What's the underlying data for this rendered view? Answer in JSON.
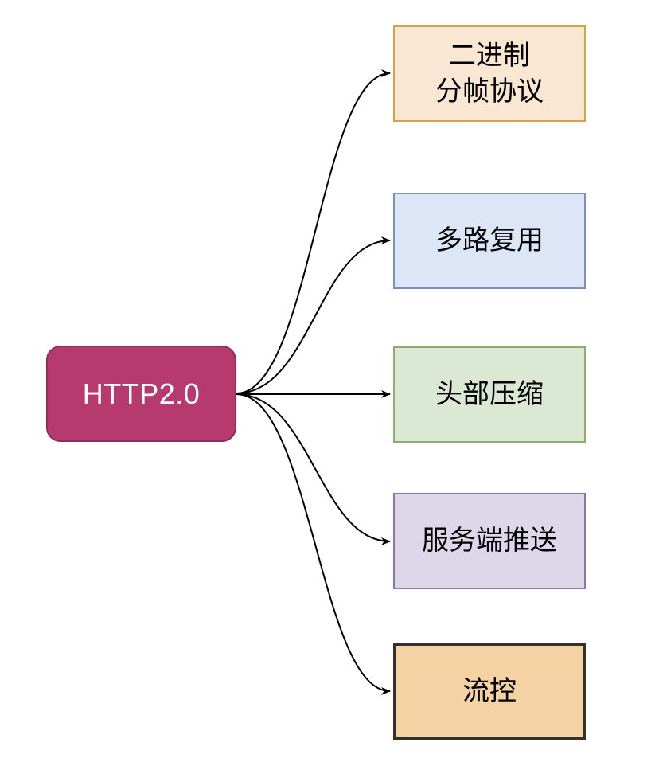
{
  "diagram": {
    "root_node": {
      "label": "HTTP2.0",
      "fill": "#B63A6E",
      "border_color": "#8E2D58",
      "text_color": "#FFFFFF"
    },
    "feature_nodes": [
      {
        "label": "二进制\n分帧协议",
        "fill": "#F9E7D4",
        "border_color": "#D2A348"
      },
      {
        "label": "多路复用",
        "fill": "#DCE6F6",
        "border_color": "#7E90BE"
      },
      {
        "label": "头部压缩",
        "fill": "#DBE8D3",
        "border_color": "#8DAC6E"
      },
      {
        "label": "服务端推送",
        "fill": "#DED7E9",
        "border_color": "#8877A8"
      },
      {
        "label": "流控",
        "fill": "#F4D2A4",
        "border_color": "#33312E"
      }
    ],
    "connector": {
      "color": "#000000"
    }
  }
}
